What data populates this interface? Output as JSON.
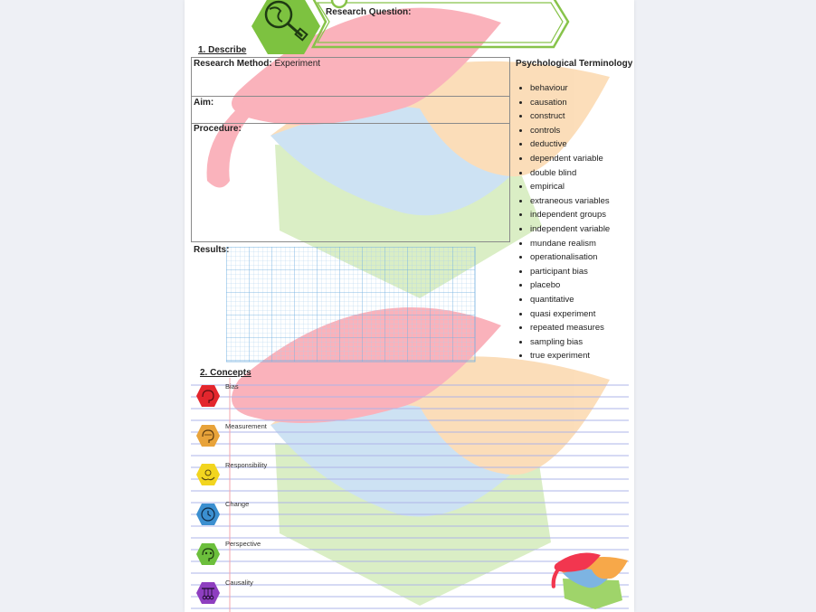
{
  "header": {
    "research_question_label": "Research Question:"
  },
  "describe": {
    "heading": "1. Describe",
    "research_method_label": "Research Method:",
    "research_method_value": " Experiment",
    "aim_label": "Aim:",
    "procedure_label": "Procedure:",
    "results_label": "Results:"
  },
  "terminology": {
    "heading": "Psychological Terminology",
    "terms": [
      "behaviour",
      "causation",
      "construct",
      "controls",
      "deductive",
      "dependent variable",
      "double blind",
      "empirical",
      "extraneous variables",
      "independent groups",
      "independent variable",
      "mundane realism",
      "operationalisation",
      "participant bias",
      "placebo",
      "quantitative",
      "quasi experiment",
      "repeated measures",
      "sampling bias",
      "true experiment"
    ]
  },
  "concepts": {
    "heading": "2. Concepts",
    "items": [
      {
        "label": "Bias",
        "icon": "bias-brain-icon",
        "color": "#e3262d"
      },
      {
        "label": "Measurement",
        "icon": "measurement-brain-icon",
        "color": "#e8a33a"
      },
      {
        "label": "Responsibility",
        "icon": "responsibility-hands-icon",
        "color": "#f2d51f"
      },
      {
        "label": "Change",
        "icon": "change-clock-icon",
        "color": "#3b8fd0"
      },
      {
        "label": "Perspective",
        "icon": "perspective-brain-icon",
        "color": "#6cbf3c"
      },
      {
        "label": "Causality",
        "icon": "causality-cradle-icon",
        "color": "#8e3ec0"
      }
    ]
  },
  "colors": {
    "red": "#f4475e",
    "orange": "#f8b060",
    "blue": "#7fb8e0",
    "green": "#a8dc6a",
    "grid": "#a9cfee",
    "lines": "#aeb4e8"
  }
}
